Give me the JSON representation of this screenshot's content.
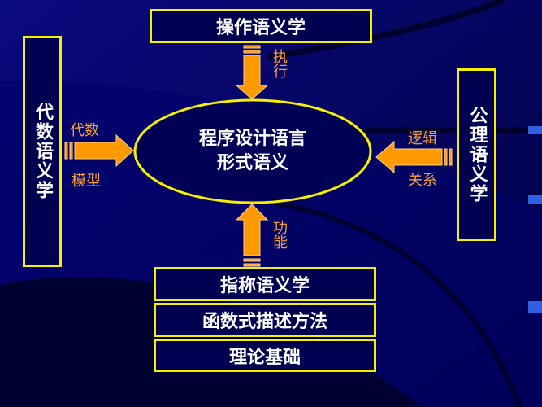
{
  "center": {
    "line1": "程序设计语言",
    "line2": "形式语义"
  },
  "boxes": {
    "top": "操作语义学",
    "left": "代数语义学",
    "right": "公理语义学",
    "bottom": [
      "指称语义学",
      "函数式描述方法",
      "理论基础"
    ]
  },
  "arrow_labels": {
    "top": "执行",
    "left_upper": "代数",
    "left_lower": "模型",
    "right_upper": "逻辑",
    "right_lower": "关系",
    "bottom": "功能"
  },
  "colors": {
    "background": "#000060",
    "border": "#f5f000",
    "arrow": "#ff9900",
    "label": "#f5a030"
  }
}
